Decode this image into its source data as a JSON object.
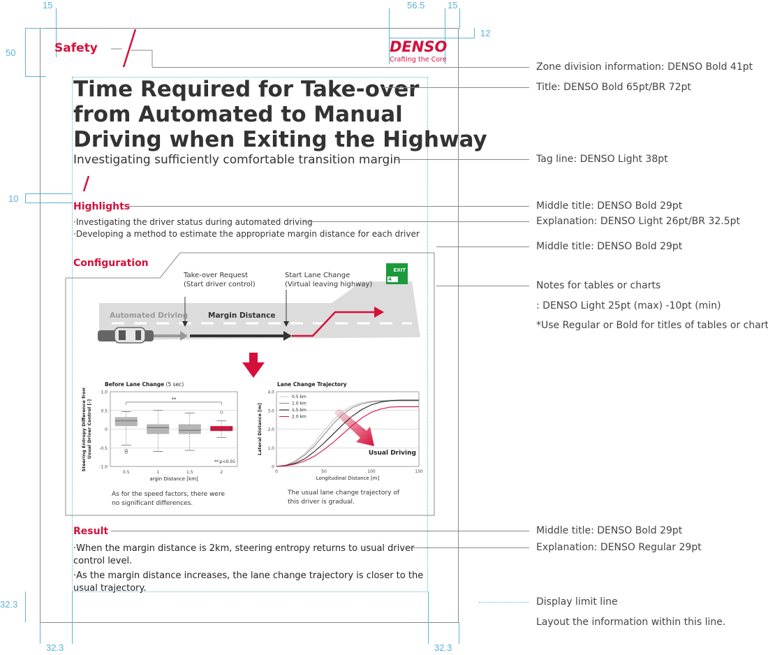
{
  "dims": {
    "top_left": "15",
    "top_right_a": "56.5",
    "top_right_b": "15",
    "right_12": "12",
    "left_50": "50",
    "left_10": "10",
    "left_32": "32.3",
    "bottom_left": "32.3",
    "bottom_right": "32.3"
  },
  "header": {
    "zone": "Safety",
    "logo": "DENSO",
    "logo_tagline": "Crafting the Core"
  },
  "title_lines": [
    "Time Required for Take-over",
    "from Automated to Manual",
    "Driving when Exiting the Highway"
  ],
  "tagline": "Investigating sufficiently comfortable transition margin",
  "highlights": {
    "title": "Highlights",
    "items": [
      "·Investigating the driver status during automated driving",
      "·Developing a method to estimate the appropriate margin distance for each driver"
    ]
  },
  "configuration": {
    "title": "Configuration",
    "takeover_label_1": "Take-over Request",
    "takeover_label_2": "(Start driver control)",
    "lane_label_1": "Start Lane Change",
    "lane_label_2": "(Virtual leaving highway)",
    "exit_sign": "EXIT",
    "exit_num": "4",
    "automated": "Automated Driving",
    "margin": "Margin Distance"
  },
  "chart_data": [
    {
      "type": "box",
      "title": "Before Lane Change",
      "title_suffix": "(5 sec)",
      "ylabel_1": "Steering Entropy Difference from",
      "ylabel_2": "Usual Driver Control [-]",
      "xlabel": "argin Distance [km]",
      "categories": [
        "0.5",
        "1",
        "1.5",
        "2"
      ],
      "yticks": [
        "1.0",
        "0.5",
        "0",
        "-0.5",
        "-1.0"
      ],
      "ylim": [
        -1.0,
        1.0
      ],
      "boxes": [
        {
          "min": -0.43,
          "q1": 0.08,
          "median": 0.22,
          "q3": 0.32,
          "max": 0.47,
          "outliers": [
            -0.57,
            -0.62
          ]
        },
        {
          "min": -0.6,
          "q1": -0.13,
          "median": 0.04,
          "q3": 0.13,
          "max": 0.5,
          "outliers": []
        },
        {
          "min": -0.57,
          "q1": -0.13,
          "median": -0.03,
          "q3": 0.13,
          "max": 0.43,
          "outliers": []
        },
        {
          "min": -0.22,
          "q1": -0.05,
          "median": 0.01,
          "q3": 0.08,
          "max": 0.22,
          "outliers": [
            0.45
          ]
        }
      ],
      "significance": "**",
      "pnote": "**:p<0.01",
      "note_1": "As for the speed factors, there were",
      "note_2": "no significant differences."
    },
    {
      "type": "line",
      "title": "Lane Change Trajectory",
      "xlabel": "Longitudinal Distance [m]",
      "ylabel": "Lateral Distance [m]",
      "xlim": [
        0,
        150
      ],
      "ylim": [
        0,
        4.0
      ],
      "xticks": [
        "0",
        "50",
        "100",
        "150"
      ],
      "yticks": [
        "4.0",
        "3.0",
        "2.0",
        "1.0",
        "0"
      ],
      "series": [
        {
          "name": "0.5 km",
          "color": "#c8c8c8",
          "x": [
            0,
            10,
            20,
            30,
            40,
            50,
            60,
            70,
            80,
            90,
            100,
            110,
            120,
            130,
            140,
            150
          ],
          "y": [
            0,
            0.08,
            0.3,
            0.7,
            1.25,
            1.9,
            2.5,
            2.95,
            3.25,
            3.42,
            3.5,
            3.53,
            3.55,
            3.55,
            3.55,
            3.55
          ]
        },
        {
          "name": "1.0 km",
          "color": "#8c8c8c",
          "x": [
            0,
            10,
            20,
            30,
            40,
            50,
            60,
            70,
            80,
            90,
            100,
            110,
            120,
            130,
            140,
            150
          ],
          "y": [
            0,
            0.07,
            0.27,
            0.62,
            1.1,
            1.7,
            2.3,
            2.8,
            3.15,
            3.35,
            3.45,
            3.5,
            3.52,
            3.52,
            3.52,
            3.52
          ]
        },
        {
          "name": "1.5 km",
          "color": "#222222",
          "x": [
            0,
            10,
            20,
            30,
            40,
            50,
            60,
            70,
            80,
            90,
            100,
            110,
            120,
            130,
            140,
            150
          ],
          "y": [
            0,
            0.05,
            0.18,
            0.42,
            0.8,
            1.25,
            1.75,
            2.25,
            2.7,
            3.05,
            3.3,
            3.45,
            3.52,
            3.55,
            3.55,
            3.55
          ]
        },
        {
          "name": "2.0 km",
          "color": "#d60f3a",
          "x": [
            0,
            10,
            20,
            30,
            40,
            50,
            60,
            70,
            80,
            90,
            100,
            110,
            120,
            130,
            140,
            150
          ],
          "y": [
            0,
            0.04,
            0.13,
            0.3,
            0.55,
            0.9,
            1.3,
            1.75,
            2.2,
            2.6,
            2.9,
            3.08,
            3.18,
            3.2,
            3.2,
            3.2
          ]
        }
      ],
      "usual": "Usual Driving",
      "note_1": "The usual lane change trajectory of",
      "note_2": "this driver is gradual."
    }
  ],
  "result": {
    "title": "Result",
    "items": [
      "·When the margin distance is 2km, steering entropy returns to usual driver",
      "control level.",
      "·As the margin distance increases, the lane change trajectory is closer to the",
      "usual trajectory."
    ]
  },
  "notes": {
    "zone": "Zone division information: DENSO Bold 41pt",
    "title": "Title: DENSO Bold 65pt/BR 72pt",
    "tagline": "Tag line: DENSO Light 38pt",
    "middle_1": "Middle title: DENSO Bold 29pt",
    "explanation_1": "Explanation: DENSO Light 26pt/BR 32.5pt",
    "middle_2": "Middle title: DENSO Bold 29pt",
    "tables_1": "Notes for tables or charts",
    "tables_2": ": DENSO Light 25pt (max) -10pt (min)",
    "tables_3": "*Use Regular or Bold for titles of tables or charts.",
    "middle_3": "Middle title: DENSO Bold 29pt",
    "explanation_2": "Explanation: DENSO Regular 29pt",
    "limit_1": "Display limit line",
    "limit_2": "Layout the information within this line."
  },
  "colors": {
    "accent": "#d60f3a",
    "guide": "#5bb3d6",
    "exit_green": "#1a9a3a"
  }
}
